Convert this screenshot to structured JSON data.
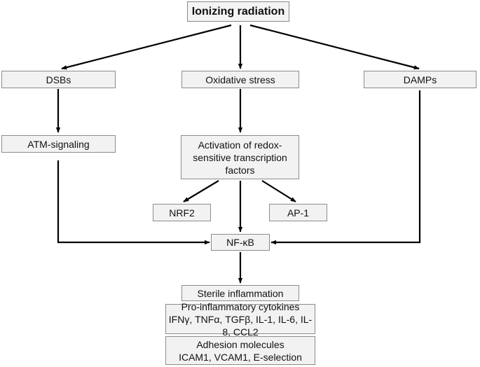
{
  "diagram": {
    "nodes": {
      "ionizing_radiation": "Ionizing radiation",
      "dsbs": "DSBs",
      "oxidative_stress": "Oxidative stress",
      "damps": "DAMPs",
      "atm_signaling": "ATM-signaling",
      "redox_factors": [
        "Activation of redox-",
        "sensitive transcription",
        "factors"
      ],
      "nrf2": "NRF2",
      "ap1": "AP-1",
      "nfkb": "NF-κB",
      "sterile_inflammation": "Sterile inflammation",
      "cytokines": {
        "title": "Pro-inflammatory cytokines",
        "items": "IFNγ, TNFα, TGFβ, IL-1, IL-6, IL-8, CCL2"
      },
      "adhesion": {
        "title": "Adhesion molecules",
        "items": "ICAM1, VCAM1, E-selection"
      }
    },
    "edges": [
      [
        "ionizing_radiation",
        "dsbs"
      ],
      [
        "ionizing_radiation",
        "oxidative_stress"
      ],
      [
        "ionizing_radiation",
        "damps"
      ],
      [
        "dsbs",
        "atm_signaling"
      ],
      [
        "oxidative_stress",
        "redox_factors"
      ],
      [
        "redox_factors",
        "nrf2"
      ],
      [
        "redox_factors",
        "nfkb"
      ],
      [
        "redox_factors",
        "ap1"
      ],
      [
        "atm_signaling",
        "nfkb"
      ],
      [
        "damps",
        "nfkb"
      ],
      [
        "nfkb",
        "sterile_inflammation"
      ]
    ]
  }
}
